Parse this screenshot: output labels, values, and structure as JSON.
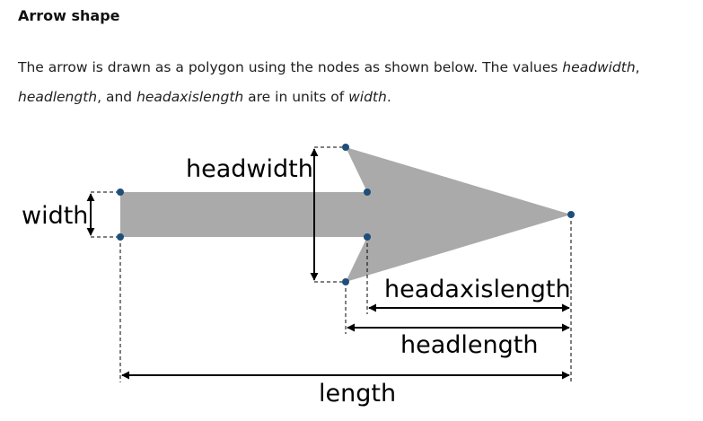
{
  "section": {
    "heading": "Arrow shape",
    "description": {
      "t1": "The arrow is drawn as a polygon using the nodes as shown below. The values ",
      "v1": "headwidth",
      "t2": ",",
      "v2": "headlength",
      "t3": ", and ",
      "v3": "headaxislength",
      "t4": " are in units of ",
      "v4": "width",
      "t5": "."
    }
  },
  "diagram": {
    "labels": {
      "width": "width",
      "headwidth": "headwidth",
      "headaxislength": "headaxislength",
      "headlength": "headlength",
      "length": "length"
    },
    "colors": {
      "arrow_fill": "#aaaaaa",
      "node": "#1f4e79",
      "dimension_line": "#000000"
    }
  }
}
